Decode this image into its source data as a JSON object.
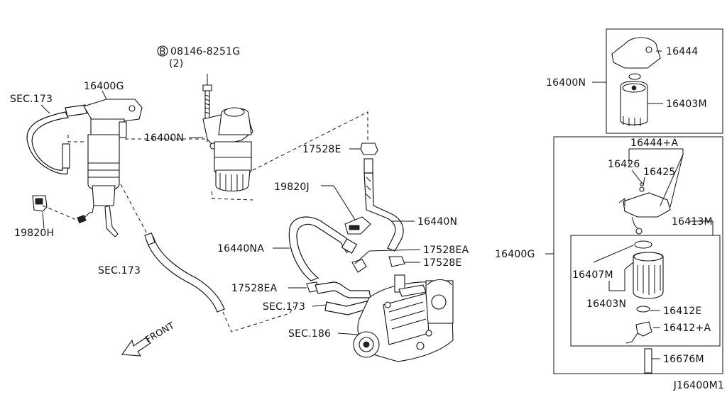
{
  "diagram": {
    "code": "J16400M1",
    "bolt": {
      "badge": "B",
      "number": "08146-8251G",
      "qty": "(2)"
    },
    "labels": {
      "sec173_top": "SEC.173",
      "p16400g_top": "16400G",
      "p16400n_mid": "16400N",
      "p19820h": "19820H",
      "sec173_left": "SEC.173",
      "p17528e_top": "17528E",
      "p19820j": "19820J",
      "p16440n": "16440N",
      "p16440na": "16440NA",
      "p17528ea_right": "17528EA",
      "p17528e_right": "17528E",
      "p17528ea_left": "17528EA",
      "sec173_bottom": "SEC.173",
      "sec186": "SEC.186",
      "front": "FRONT",
      "p16400n_right": "16400N",
      "p16444": "16444",
      "p16403m": "16403M",
      "p16400g_right": "16400G",
      "p16444a": "16444+A",
      "p16426": "16426",
      "p16425": "16425",
      "p16413m": "16413M",
      "p16407m": "16407M",
      "p16403n": "16403N",
      "p16412e": "16412E",
      "p16412a": "16412+A",
      "p16676m": "16676M"
    }
  }
}
